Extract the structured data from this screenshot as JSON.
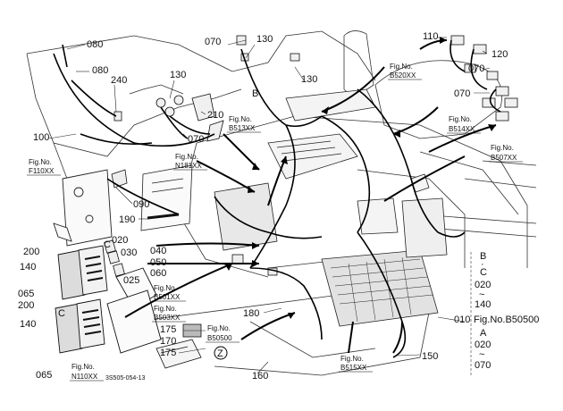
{
  "parts": {
    "p080a": "080",
    "p080b": "080",
    "p240": "240",
    "p130a": "130",
    "p130b": "130",
    "p130c": "130",
    "p070a": "070",
    "p070b": "070",
    "p070c": "070",
    "p070d": "070",
    "p210": "210",
    "p100": "100",
    "p110": "110",
    "p120": "120",
    "p090": "090",
    "p190": "190",
    "p200a": "200",
    "p200b": "200",
    "p140a": "140",
    "p140b": "140",
    "p020": "020",
    "p030": "030",
    "p040": "040",
    "p050": "050",
    "p060": "060",
    "p025": "025",
    "p065a": "065",
    "p065b": "065",
    "p175a": "175",
    "p175b": "175",
    "p170": "170",
    "p180": "180",
    "p160": "160",
    "p150": "150",
    "p010": "010",
    "pB": "B",
    "pC1": "C",
    "pC2": "C",
    "pZ": "Z"
  },
  "figrefs": {
    "f520_label": "Fig.No.",
    "f520_num": "B520XX",
    "f513_label": "Fig.No.",
    "f513_num": "B513XX",
    "f181_label": "Fig.No.",
    "f181_num": "N181XX",
    "f514_label": "Fig.No.",
    "f514_num": "B514XX",
    "f507_label": "Fig.No.",
    "f507_num": "B507XX",
    "f110_label": "Fig.No.",
    "f110_num": "F110XX",
    "f501_label": "Fig.No.",
    "f501_num": "B501XX",
    "f503_label": "Fig.No.",
    "f503_num": "B503XX",
    "f500_label": "Fig.No.",
    "f500_num": "B50500",
    "f515_label": "Fig.No.",
    "f515_num": "B515XX",
    "n110_label": "Fig.No.",
    "n110_num": "N110XX"
  },
  "legend": {
    "b": "B",
    "dot": "·",
    "c": "C",
    "from1": "020",
    "tilde1": "~",
    "to1": "140",
    "fig": "Fig.No.B50500",
    "a": "A",
    "from2": "020",
    "tilde2": "~",
    "to2": "070"
  },
  "drawing_code": "3S505-054-13"
}
